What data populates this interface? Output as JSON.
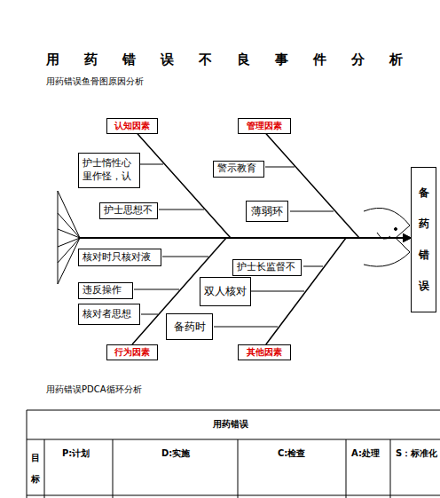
{
  "diagram": {
    "title": "用药错误不良事件分析",
    "nodes": [
      {
        "text": [
          "认知因素"
        ]
      },
      {
        "text": [
          "管理因素"
        ]
      },
      {
        "text": [
          "护士惰性心 里作怪，认"
        ]
      },
      {
        "text": [
          "警示教育"
        ]
      },
      {
        "text": [
          "护士思想不"
        ]
      },
      {
        "text": [
          "薄弱环"
        ]
      },
      {
        "text": [
          "核对时只核对液"
        ]
      },
      {
        "text": [
          "护士长监督不"
        ]
      },
      {
        "text": [
          "违反操作"
        ]
      },
      {
        "text": [
          "双人核对"
        ]
      },
      {
        "text": [
          "核对者思想"
        ]
      },
      {
        "text": [
          "备药时"
        ]
      },
      {
        "text": [
          "行为因素"
        ]
      },
      {
        "text": [
          "其他因素"
        ]
      },
      {
        "text": [
          "备药错误"
        ]
      }
    ],
    "edges": [
      {
        "from": 0,
        "to": 14,
        "arrow": "to"
      },
      {
        "from": 1,
        "to": 14,
        "arrow": "to"
      },
      {
        "from": 12,
        "to": 14,
        "arrow": "to"
      },
      {
        "from": 13,
        "to": 14,
        "arrow": "to"
      }
    ],
    "labels": [
      "用药错误鱼骨图原因分析",
      "用药错误PDCA循环分析",
      "用药错误",
      "目标",
      "P:计划",
      "D:实施",
      "C:检查",
      "A:处理",
      "S：标准化"
    ]
  }
}
